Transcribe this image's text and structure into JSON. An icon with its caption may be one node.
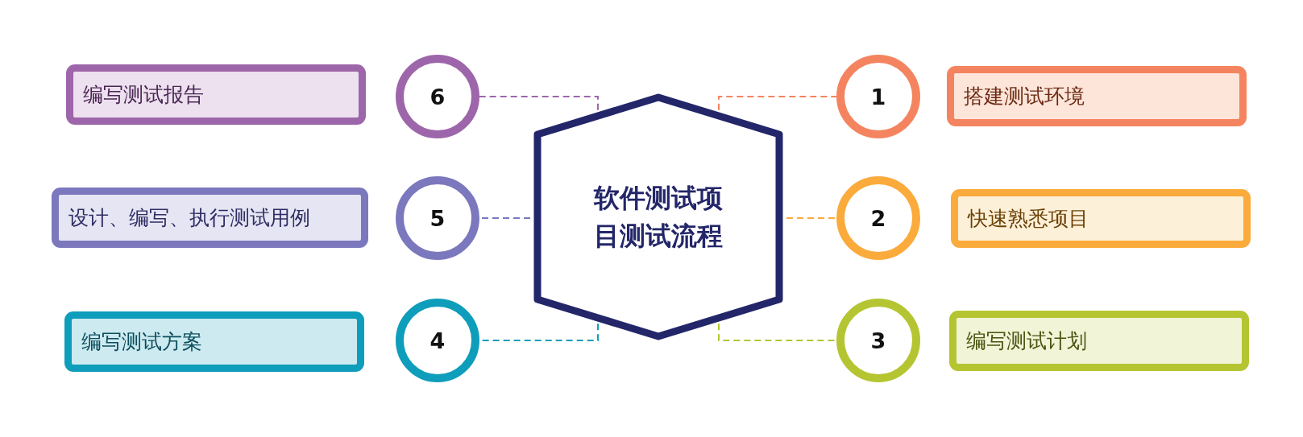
{
  "diagram": {
    "nodes": [
      {
        "text": [
          "软件测试项目测试流程"
        ]
      },
      {
        "text": [
          "1"
        ]
      },
      {
        "text": [
          "搭建测试环境"
        ]
      },
      {
        "text": [
          "2"
        ]
      },
      {
        "text": [
          "快速熟悉项目"
        ]
      },
      {
        "text": [
          "3"
        ]
      },
      {
        "text": [
          "编写测试计划"
        ]
      },
      {
        "text": [
          "4"
        ]
      },
      {
        "text": [
          "编写测试方案"
        ]
      },
      {
        "text": [
          "5"
        ]
      },
      {
        "text": [
          "设计、编写、执行测试用例"
        ]
      },
      {
        "text": [
          "6"
        ]
      },
      {
        "text": [
          "编写测试报告"
        ]
      }
    ],
    "edges": [
      {
        "from": 0,
        "to": 1,
        "arrow": "none",
        "style": "dashed",
        "color": "#f4845f"
      },
      {
        "from": 0,
        "to": 3,
        "arrow": "none",
        "style": "dashed",
        "color": "#fbab3c"
      },
      {
        "from": 0,
        "to": 5,
        "arrow": "none",
        "style": "dashed",
        "color": "#b5c532"
      },
      {
        "from": 0,
        "to": 7,
        "arrow": "none",
        "style": "dashed",
        "color": "#0e9dba"
      },
      {
        "from": 0,
        "to": 9,
        "arrow": "none",
        "style": "dashed",
        "color": "#7b78bd"
      },
      {
        "from": 0,
        "to": 11,
        "arrow": "none",
        "style": "dashed",
        "color": "#9e66aa"
      }
    ]
  }
}
